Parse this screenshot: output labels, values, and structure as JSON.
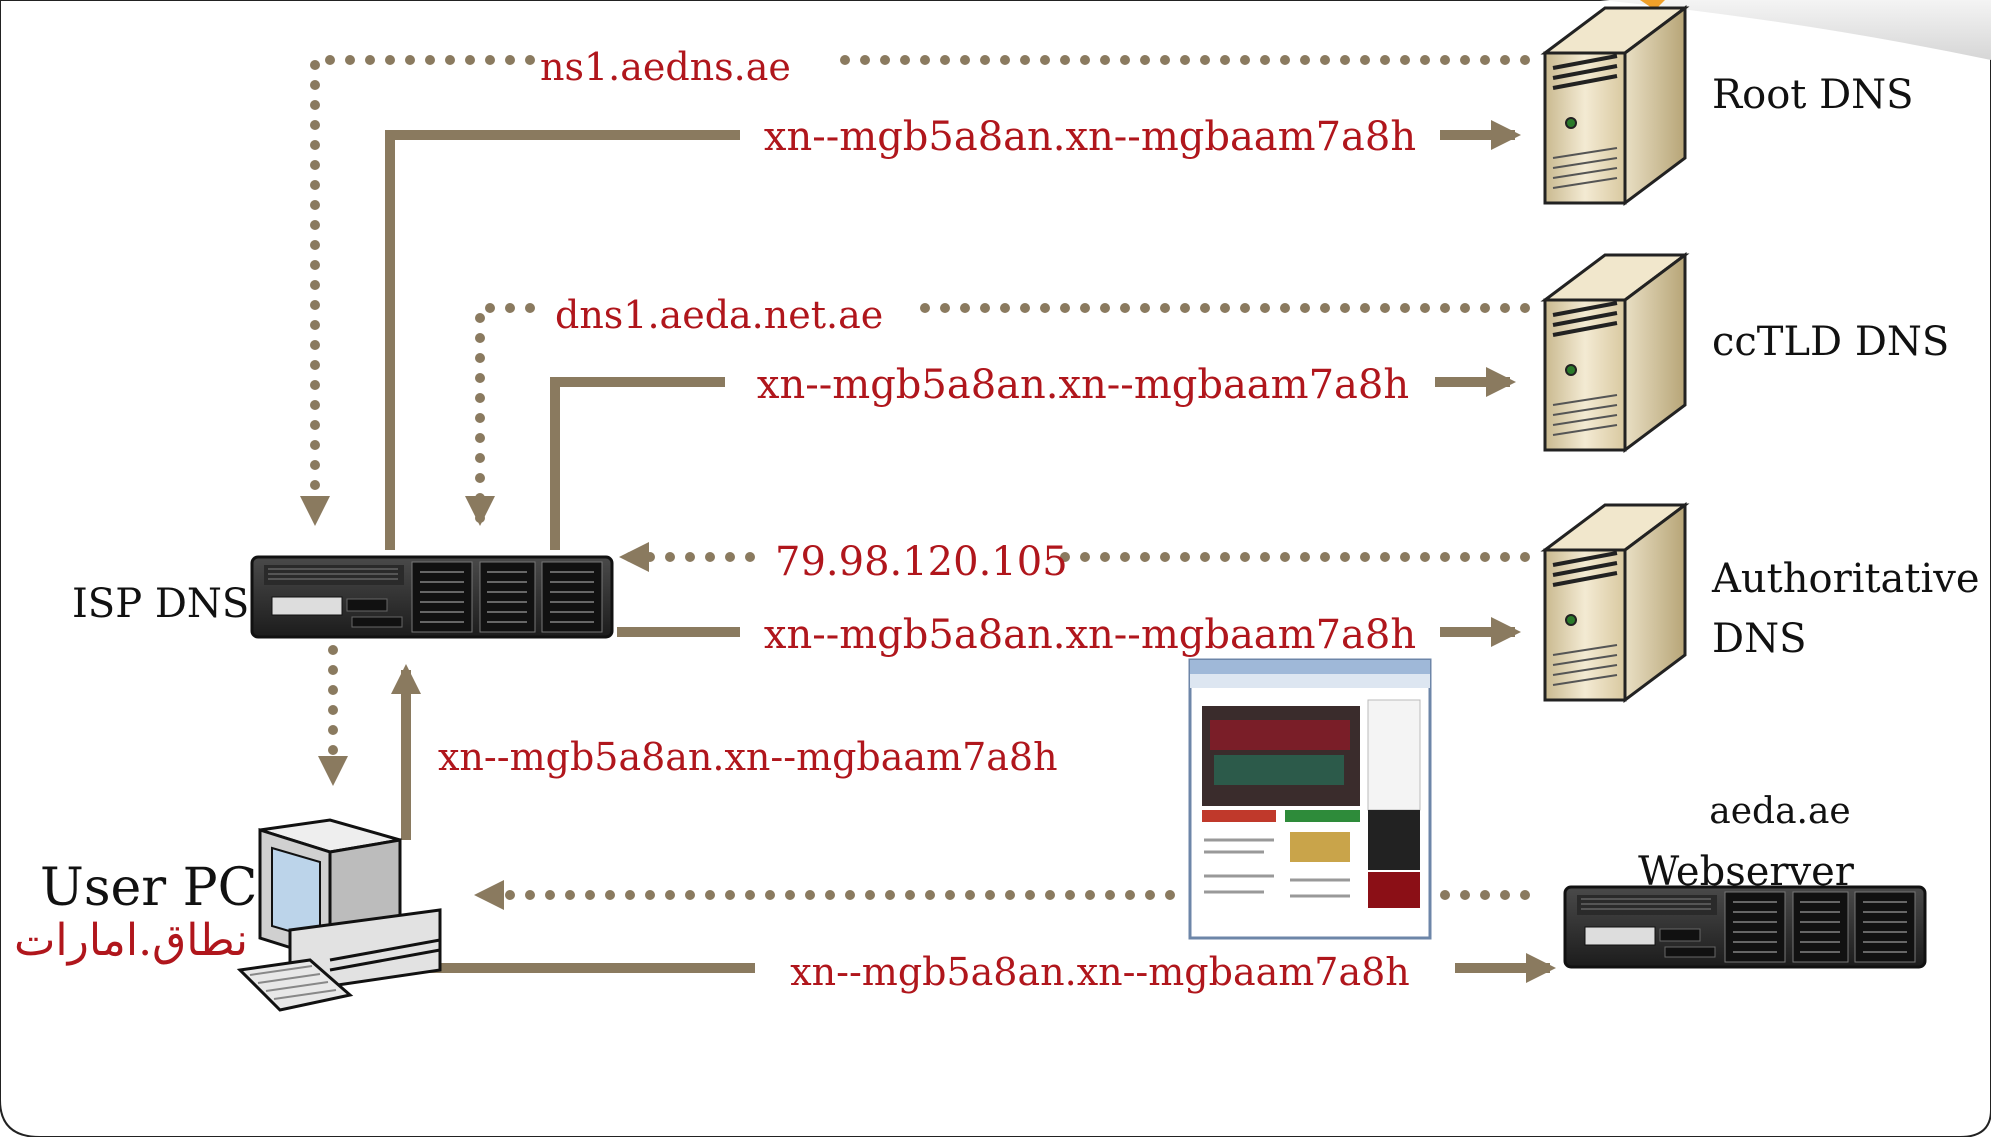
{
  "servers": {
    "root": {
      "label": "Root DNS"
    },
    "cctld": {
      "label": "ccTLD DNS"
    },
    "authoritative": {
      "label_line1": "Authoritative",
      "label_line2": "DNS"
    },
    "isp": {
      "label": "ISP DNS"
    },
    "web": {
      "label_line1": "aeda.ae",
      "label_line2": "Webserver"
    }
  },
  "user_pc": {
    "label": "User PC",
    "arabic_label": "نطاق.امارات"
  },
  "queries": {
    "root": "xn--mgb5a8an.xn--mgbaam7a8h",
    "cctld": "xn--mgb5a8an.xn--mgbaam7a8h",
    "authoritative": "xn--mgb5a8an.xn--mgbaam7a8h",
    "pc_to_isp": "xn--mgb5a8an.xn--mgbaam7a8h",
    "pc_to_web": "xn--mgb5a8an.xn--mgbaam7a8h"
  },
  "responses": {
    "root": "ns1.aedns.ae",
    "cctld": "dns1.aeda.net.ae",
    "authoritative": "79.98.120.105"
  },
  "colors": {
    "line": "#8a7a5f",
    "red_text": "#b0161c",
    "black_text": "#111111"
  },
  "icons": [
    "tower-server-icon",
    "rack-server-icon",
    "desktop-pc-icon",
    "browser-screenshot-icon"
  ]
}
